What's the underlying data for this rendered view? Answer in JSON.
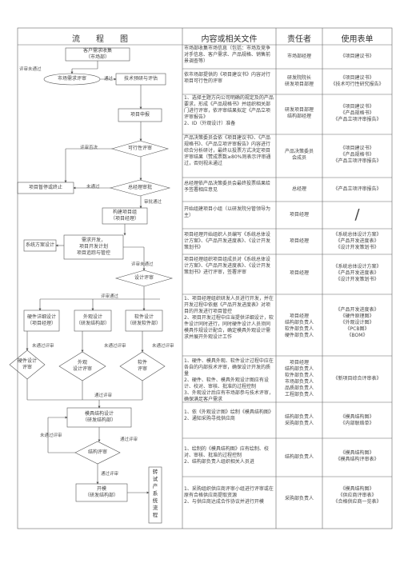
{
  "header": {
    "col_flow": "流　　程　　图",
    "col_content": "内容或相关文件",
    "col_owner": "责任者",
    "col_form": "使用表单"
  },
  "flow": {
    "customer_demand": "客户需求收集\n（市场部）",
    "market_demand_review": "市场需求评审",
    "tech_pre_research": "技术预研与评估",
    "project_approval": "项目申报",
    "feasibility": "可行性评审",
    "project_pause": "项目暂停或终止",
    "gm_approval": "总经理审批",
    "build_team": "构建项目组\n（项目经理）",
    "requirement_dev": "需求开发，\n项目开发计划\n项目追踪与管控",
    "system_design": "系统方案设计",
    "design_review": "设计评审",
    "hardware_design": "硬件详细设计\n（项目经理）",
    "appearance_design": "外观设计\n（研发结构部）",
    "software_design": "软件设计\n（研发软件部）",
    "hw_design_review": "硬件设计\n评审",
    "appearance_review": "外观\n设计评审",
    "sw_review": "软件\n评审",
    "mold_structure_design": "模具结构设计\n（研发结构部）",
    "structure_review": "结构评审",
    "mold_opening": "开模\n（研发结构部）",
    "trial_production": "转\n试\n产\n系\n统\n流\n程",
    "label_review_fail": "评审未通过",
    "label_pass": "通过",
    "label_fail_1": "评审否决",
    "label_not_pass": "未通过",
    "label_approval_pass": "审批通过",
    "label_review_fail_2": "评审未通过",
    "label_review_pass": "评审通过",
    "label_not_pass_a": "未通过评审",
    "label_not_pass_b": "未通过评审",
    "label_not_pass_c": "未通过评审",
    "label_pass_review": "通过评审",
    "label_not_pass_d": "未通过评审",
    "label_pass_review_2": "通过评审",
    "label_pass_review_3": "通过评审"
  },
  "rows": [
    {
      "content": "市场部收集市场信息（包括：市场及竞争对手信息、客户需求、产品规格、销售前景调查等）",
      "owner": "市场部经理",
      "form": "《项目建议书》"
    },
    {
      "content": "依市场部提供的《项目建议书》内容对行项目可行性的评审",
      "owner": "研发院院长\n研发项目部理",
      "form": "《项目建议书》\n《技术可行性研究报告》"
    },
    {
      "content": "1、选择主题方向公司明确的规定及的产品要求，形成《产品规格书》并组织相关部门进行评审，依评审结果拟定《产品立项评审报告》\n2、ID（外观设计）准备",
      "owner": "研发项目部理\n结构部经理",
      "form": "《项目建议书》\n《产品规格书》\n《产品立项评审报告》"
    },
    {
      "content": "产品决策委员会依《项目建议书》、《产品规格书》、《产品立项评审报告》内容进行综合分析研讨，最终以投票方式决定项目评审结果（赞成票数≥80%则表示评审通过，否则视未通过",
      "owner": "产品决策委员\n会成员",
      "form": "《项目建议书》\n《产品规格书》\n《产品立项评审报告》"
    },
    {
      "content": "总经理依产品决策委员会最终投票结果给予签署相应意见",
      "owner": "总经理",
      "form": "《产品立项评审报告》"
    },
    {
      "content": "开始组建项目小组（以研发院分管领导为主）",
      "owner": "项目经理",
      "form": "/"
    },
    {
      "content": "项目经理开始组织人员编写《系统总体设计方案》、《产品开发进度表》、《设计开发策划书》",
      "owner": "项目经理",
      "form": "《系统总体设计方案》\n《产品开发进度表》\n《设计开发策划书》"
    },
    {
      "content": "项目经理组织项目组成员对《系统总体设计方案》、《产品开发进度表》、《设计开发策划书》进行评审，签署评审",
      "owner": "项目经理",
      "form": "《系统总体设计方案》\n《产品开发进度表》\n《设计开发策划书》"
    },
    {
      "content": "1、项目经理组织研发人员进行开发，并在开发过程中依据《产品开发进度表》对项目的开发进行项目管控\n2、项目开发过程中应当提供详细设计，软件设计同时进行，同时硬件设计人员须同模具作规设计配合，确定模具外观设计需求并展开外观设计工作",
      "owner": "项目经理\n结构部负责人\n软件部负责人\n硬件部负责人",
      "form": "《产品开发进度表》\n《硬件原理图》\n《外观设计图》\n《PCB图》\n《BOM》"
    },
    {
      "content": "1、硬件、模具外观、软件设计过程中应在各自的内部技术评审，确保设计开发的质量\n2、硬件、软件、模具外观设计图应有设计、校对、审核、批准的过程控制\n3、外观设计后应有市场部参与技术评审，确保满足客户需求",
      "owner": "项目经理\n结构部负责人\n软件部负责人\n市场部负责人\n品质部负责人\n工程部负责人",
      "form": "《新项目综合评审表》"
    },
    {
      "content": "1、依《外观设计图》绘制《模具结构图》\n2、通知采购寻找供应商",
      "owner": "结构部负责人\n采购部负责人",
      "form": "《模具结构图》\n《内部联络单》"
    },
    {
      "content": "1、绘制的《模具结构图》应有绘制、校对、审核、批准的过程控制\n2、结构部负责人组织相关人员进",
      "owner": "结构部负责人",
      "form": "《模具结构图》\n《模具结构评审表》"
    },
    {
      "content": "1、采购组织供应商评审小组进行评审或在原有合格供应商提取资源\n2、与供应商达成合作协议并进行开模",
      "owner": "采购部负责人",
      "form": "《模具结构图》\n《供应商评审表》\n《合格供应商一览表》"
    }
  ]
}
